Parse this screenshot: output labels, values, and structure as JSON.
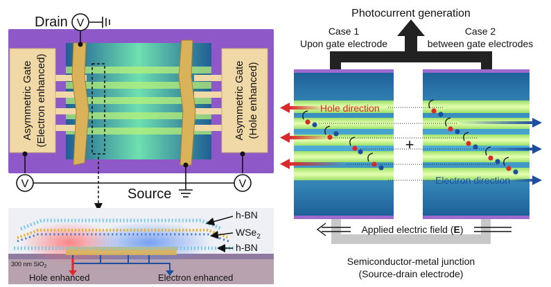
{
  "left": {
    "drain": "Drain",
    "v": "V",
    "gate_left": "Asymmetric Gate",
    "gate_left_sub": "(Electron enhanced)",
    "gate_right": "Asymmetric Gate",
    "gate_right_sub": "(Hole enhanced)",
    "source": "Source",
    "hbn_top": "h-BN",
    "wse2": "WSe",
    "wse2_sub": "2",
    "hbn_bottom": "h-BN",
    "sio2": "300 nm SiO",
    "sio2_sub": "2",
    "hole_enhanced": "Hole enhanced",
    "electron_enhanced": "Electron enhanced"
  },
  "right": {
    "title": "Photocurrent generation",
    "case1": "Case 1",
    "case1_sub": "Upon gate electrode",
    "case2": "Case 2",
    "case2_sub": "between gate electrodes",
    "hole_direction": "Hole direction",
    "electron_direction": "Electron direction",
    "plus": "+",
    "field_pre": "Applied electric field (",
    "field_bold": "E",
    "field_post": ")",
    "junction": "Semiconductor-metal junction",
    "junction_sub": "(Source-drain electrode)"
  },
  "colors": {
    "substrate": "#8e58c8",
    "gate_pad": "#f0d9a6",
    "gold": "#d9b25a",
    "hole_red": "#d92a2a",
    "electron_blue": "#1d4f9c",
    "channel_green": "#b8f07a",
    "channel_blue": "#2a7fb2"
  }
}
